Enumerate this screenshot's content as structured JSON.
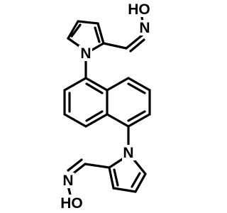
{
  "diagram": {
    "atom_labels": {
      "oh_top": "HO",
      "n_oxime_top": "N",
      "n_pyrrole_top": "N",
      "n_pyrrole_bottom": "N",
      "n_oxime_bottom": "N",
      "oh_bottom": "HO"
    },
    "colors": {
      "bond": "#000000",
      "label": "#000000",
      "background": "#ffffff"
    }
  }
}
